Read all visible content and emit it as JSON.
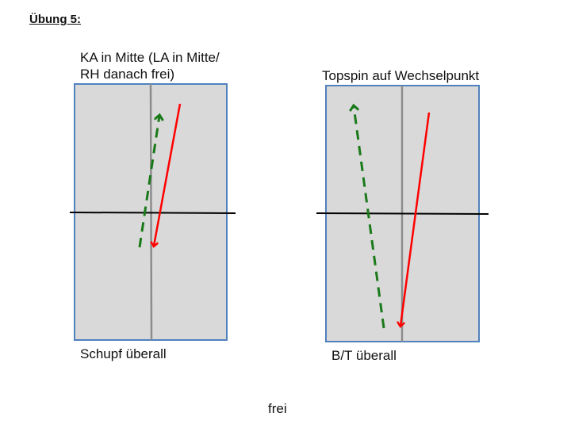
{
  "title": "Übung 5:",
  "left_panel": {
    "top_label_line1": "KA in Mitte (LA in Mitte/",
    "top_label_line2": "RH danach frei)",
    "bottom_label": "Schupf überall"
  },
  "right_panel": {
    "top_label": "Topspin auf Wechselpunkt",
    "bottom_label": "B/T überall"
  },
  "footer": "frei",
  "colors": {
    "table_fill": "#d9d9d9",
    "table_border": "#4f81bd",
    "center_line": "#8c8c8c",
    "net": "#000000",
    "serve_arrow": "#ff0000",
    "return_arrow": "#1a7a1a"
  },
  "arrow_styles": {
    "serve_arrow": "solid",
    "return_arrow": "dashed"
  }
}
